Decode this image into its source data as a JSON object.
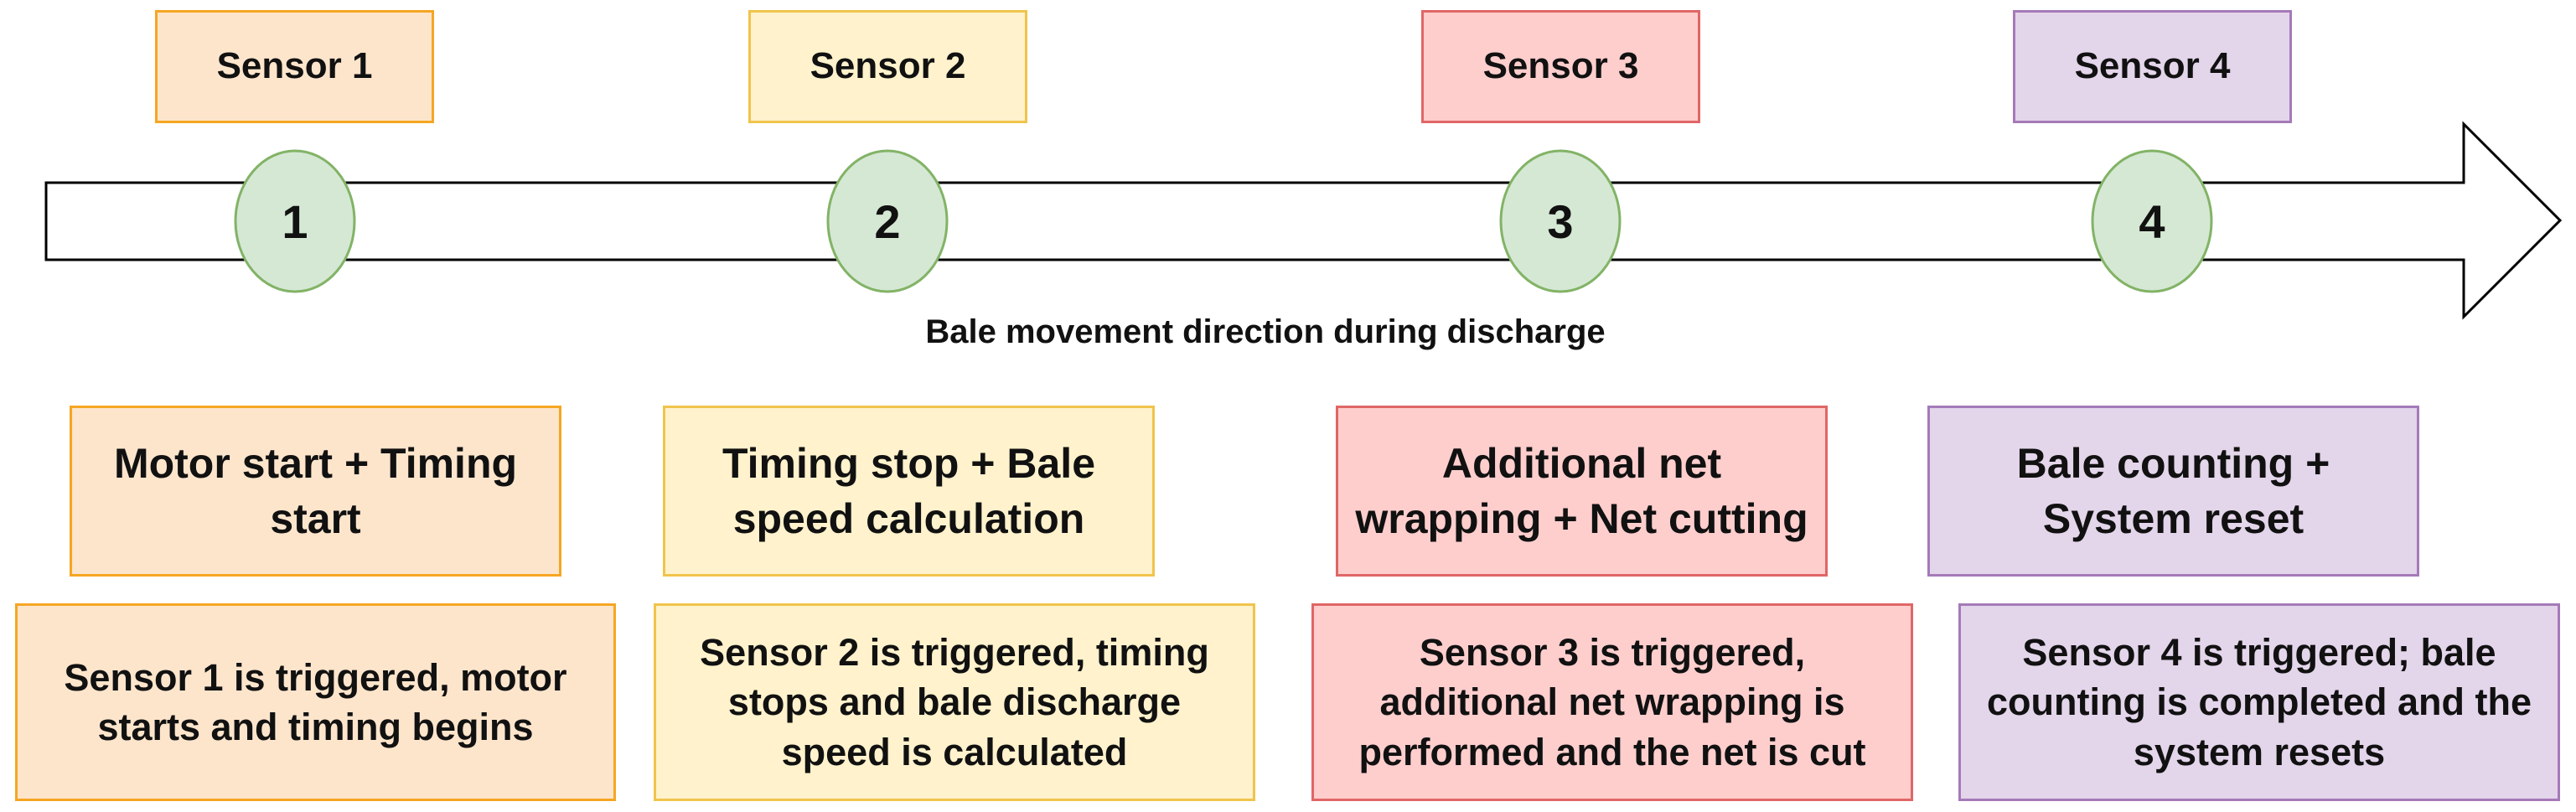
{
  "sensors": [
    {
      "label": "Sensor 1",
      "number": "1"
    },
    {
      "label": "Sensor 2",
      "number": "2"
    },
    {
      "label": "Sensor 3",
      "number": "3"
    },
    {
      "label": "Sensor 4",
      "number": "4"
    }
  ],
  "arrow_caption": "Bale movement direction during discharge",
  "stages": [
    {
      "title": "Motor start + Timing start",
      "description": "Sensor 1 is triggered, motor starts and timing begins"
    },
    {
      "title": "Timing stop + Bale speed calculation",
      "description": "Sensor 2 is triggered, timing stops and bale discharge speed is calculated"
    },
    {
      "title": "Additional net wrapping + Net cutting",
      "description": "Sensor 3 is triggered, additional net wrapping is performed and the net is cut"
    },
    {
      "title": "Bale counting + System reset",
      "description": "Sensor 4 is triggered; bale counting is completed and the system resets"
    }
  ],
  "colors": {
    "orange_fill": "#fde5cc",
    "orange_border": "#f5a623",
    "yellow_fill": "#fff2cc",
    "yellow_border": "#f0c44c",
    "red_fill": "#fececd",
    "red_border": "#e06666",
    "purple_fill": "#e3d5ea",
    "purple_border": "#a57ab8",
    "marker_fill": "#d5e8d4",
    "marker_border": "#82b366"
  }
}
